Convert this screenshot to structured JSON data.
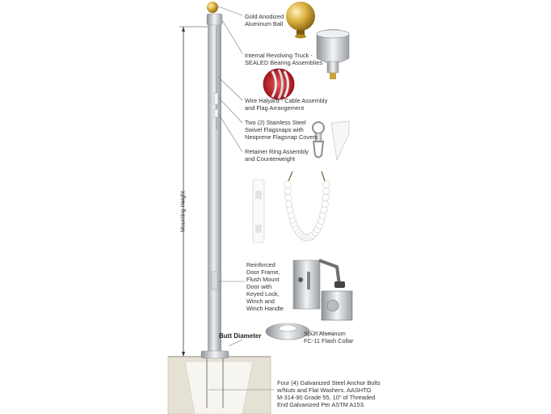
{
  "labels": {
    "gold_ball": "Gold Anodized\nAluminum Ball",
    "truck": "Internal Revolving Truck -\nSEALED Bearing Assemblies",
    "wire_halyard": "Wire Halyard - Cable Assembly\nand Flag Arrangement",
    "flagsnaps": "Two (2) Stainless Steel\nSwivel Flagsnaps with\nNeoprene Flagsnap Covers",
    "retainer_ring": "Retainer Ring Assembly\nand Counterweight",
    "door_frame": "Reinforced\nDoor Frame,\nFlush Mount\nDoor with\nKeyed Lock,\nWinch and\nWinch Handle",
    "mounting_height": "Mounting Height",
    "butt_diameter": "Butt Diameter",
    "flash_collar": "Spun Aluminum\nFC-11 Flash Collar",
    "anchor_bolts": "Four (4) Galvanized Steel Anchor Bolts\nw/Nuts and Flat Washers. AASHTO\nM-314-90 Grade 55, 10\" of Threaded\nEnd Galvanized Per ASTM A153."
  },
  "colors": {
    "gold": "#c9a23a",
    "pole": "#c4c7ca",
    "concrete": "#ebe7dd",
    "leader": "#777777",
    "cable_red": "#c0272d"
  }
}
